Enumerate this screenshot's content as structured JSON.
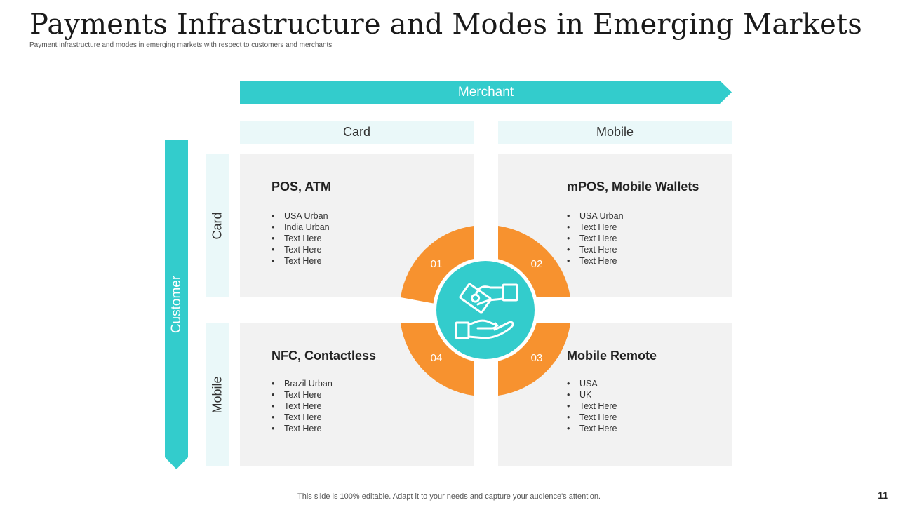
{
  "title": "Payments Infrastructure and Modes in Emerging Markets",
  "subtitle": "Payment infrastructure and modes in emerging markets with respect to customers and merchants",
  "merchant": {
    "label": "Merchant",
    "columns": [
      "Card",
      "Mobile"
    ]
  },
  "customer": {
    "label": "Customer",
    "rows": [
      "Card",
      "Mobile"
    ]
  },
  "quadrants": [
    {
      "number": "01",
      "title": "POS, ATM",
      "items": [
        "USA Urban",
        "India Urban",
        "Text Here",
        "Text Here",
        "Text Here"
      ]
    },
    {
      "number": "02",
      "title": "mPOS, Mobile Wallets",
      "items": [
        "USA Urban",
        "Text Here",
        "Text Here",
        "Text Here",
        "Text Here"
      ]
    },
    {
      "number": "03",
      "title": "Mobile Remote",
      "items": [
        "USA",
        "UK",
        "Text Here",
        "Text Here",
        "Text Here"
      ]
    },
    {
      "number": "04",
      "title": "NFC, Contactless",
      "items": [
        "Brazil Urban",
        "Text Here",
        "Text Here",
        "Text Here",
        "Text Here"
      ]
    }
  ],
  "center_icon": "hand-giving-money-icon",
  "footer": "This slide is 100% editable. Adapt it to your needs and capture your audience's attention.",
  "page_number": "11",
  "colors": {
    "teal": "#33cccc",
    "orange": "#f7922f",
    "panel": "#f2f2f2",
    "header_bg": "#eaf8f9"
  }
}
